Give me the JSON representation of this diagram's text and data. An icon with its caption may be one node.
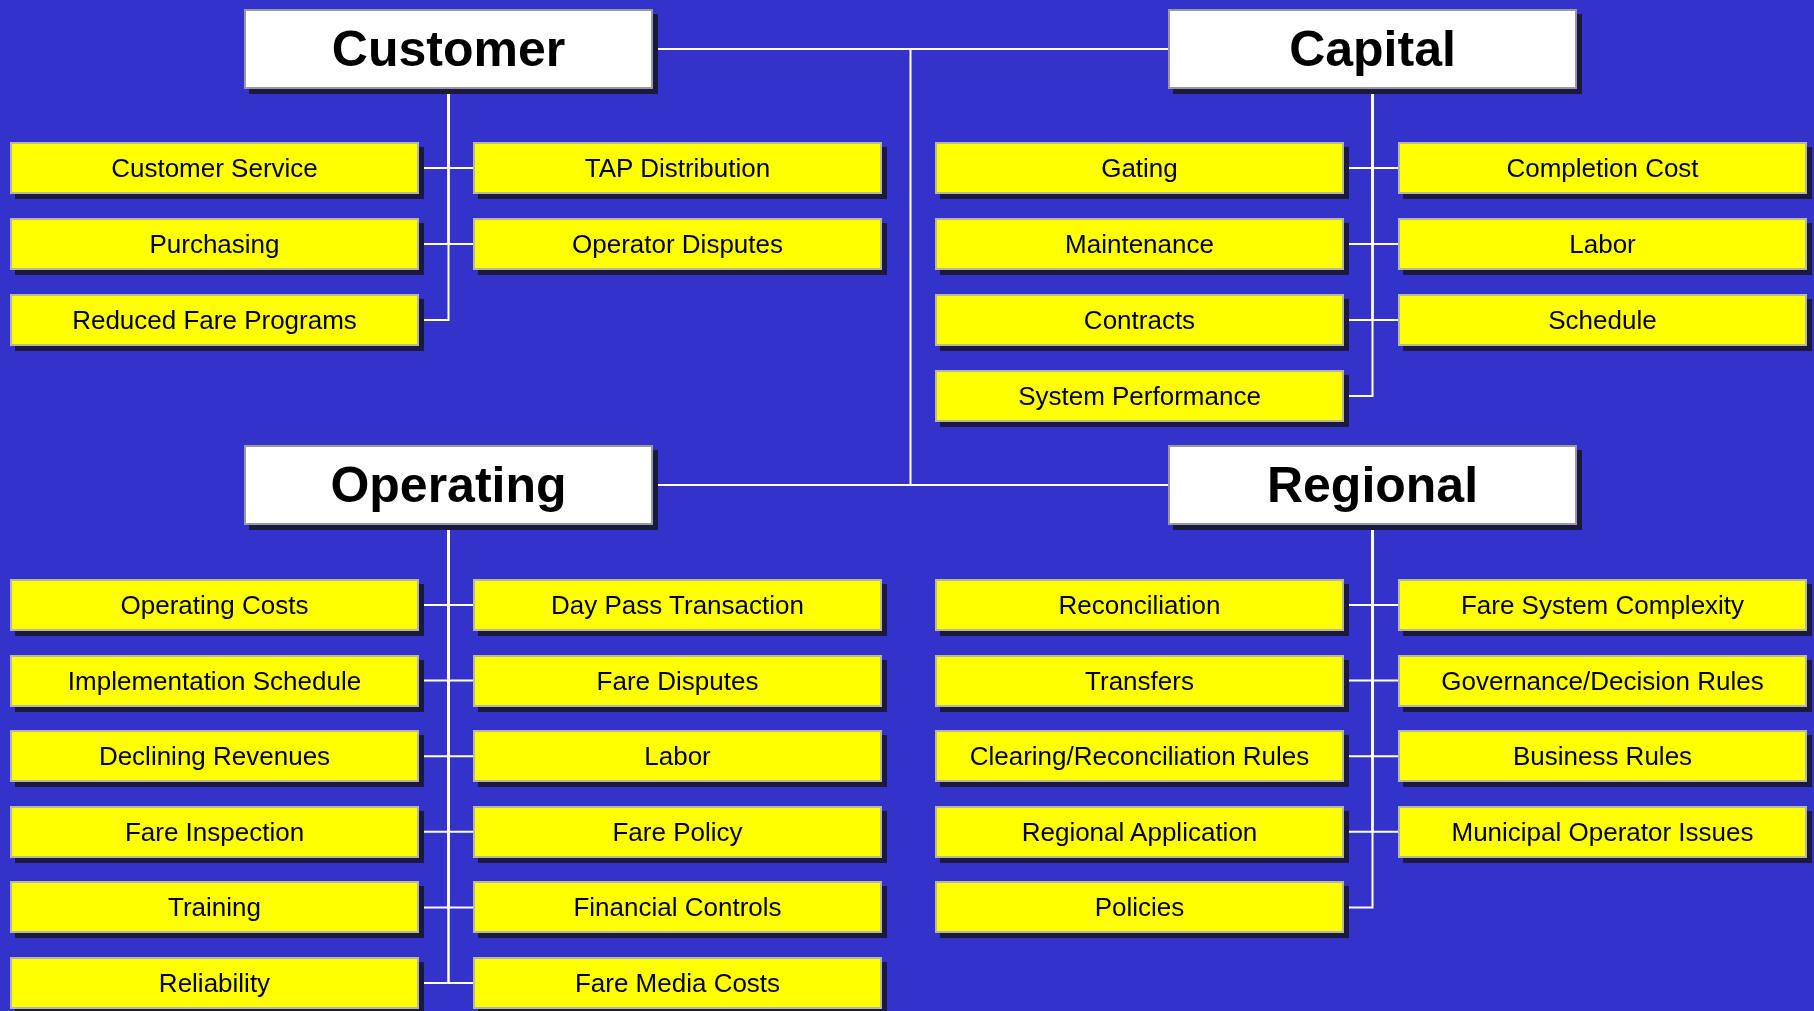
{
  "diagram": {
    "nodes": [
      {
        "text": [
          "Customer"
        ]
      },
      {
        "text": [
          "Customer Service"
        ]
      },
      {
        "text": [
          "TAP Distribution"
        ]
      },
      {
        "text": [
          "Purchasing"
        ]
      },
      {
        "text": [
          "Operator Disputes"
        ]
      },
      {
        "text": [
          "Reduced Fare Programs"
        ]
      },
      {
        "text": [
          "Capital"
        ]
      },
      {
        "text": [
          "Gating"
        ]
      },
      {
        "text": [
          "Completion Cost"
        ]
      },
      {
        "text": [
          "Maintenance"
        ]
      },
      {
        "text": [
          "Labor"
        ]
      },
      {
        "text": [
          "Contracts"
        ]
      },
      {
        "text": [
          "Schedule"
        ]
      },
      {
        "text": [
          "System Performance"
        ]
      },
      {
        "text": [
          "Operating"
        ]
      },
      {
        "text": [
          "Operating Costs"
        ]
      },
      {
        "text": [
          "Day Pass Transaction"
        ]
      },
      {
        "text": [
          "Implementation Schedule"
        ]
      },
      {
        "text": [
          "Fare Disputes"
        ]
      },
      {
        "text": [
          "Declining Revenues"
        ]
      },
      {
        "text": [
          "Labor"
        ]
      },
      {
        "text": [
          "Fare Inspection"
        ]
      },
      {
        "text": [
          "Fare Policy"
        ]
      },
      {
        "text": [
          "Training"
        ]
      },
      {
        "text": [
          "Financial Controls"
        ]
      },
      {
        "text": [
          "Reliability"
        ]
      },
      {
        "text": [
          "Fare Media Costs"
        ]
      },
      {
        "text": [
          "Regional"
        ]
      },
      {
        "text": [
          "Reconciliation"
        ]
      },
      {
        "text": [
          "Fare System Complexity"
        ]
      },
      {
        "text": [
          "Transfers"
        ]
      },
      {
        "text": [
          "Governance/Decision Rules"
        ]
      },
      {
        "text": [
          "Clearing/Reconciliation Rules"
        ]
      },
      {
        "text": [
          "Business Rules"
        ]
      },
      {
        "text": [
          "Regional Application"
        ]
      },
      {
        "text": [
          "Municipal Operator Issues"
        ]
      },
      {
        "text": [
          "Policies"
        ]
      }
    ],
    "edges": [
      {
        "from": 0,
        "to": 6,
        "arrow": "none"
      },
      {
        "from": 14,
        "to": 27,
        "arrow": "none"
      },
      {
        "from": 0,
        "to": 14,
        "arrow": "none"
      },
      {
        "from": 0,
        "to": 1,
        "arrow": "none"
      },
      {
        "from": 0,
        "to": 2,
        "arrow": "none"
      },
      {
        "from": 0,
        "to": 3,
        "arrow": "none"
      },
      {
        "from": 0,
        "to": 4,
        "arrow": "none"
      },
      {
        "from": 0,
        "to": 5,
        "arrow": "none"
      },
      {
        "from": 6,
        "to": 7,
        "arrow": "none"
      },
      {
        "from": 6,
        "to": 8,
        "arrow": "none"
      },
      {
        "from": 6,
        "to": 9,
        "arrow": "none"
      },
      {
        "from": 6,
        "to": 10,
        "arrow": "none"
      },
      {
        "from": 6,
        "to": 11,
        "arrow": "none"
      },
      {
        "from": 6,
        "to": 12,
        "arrow": "none"
      },
      {
        "from": 6,
        "to": 13,
        "arrow": "none"
      },
      {
        "from": 14,
        "to": 15,
        "arrow": "none"
      },
      {
        "from": 14,
        "to": 16,
        "arrow": "none"
      },
      {
        "from": 14,
        "to": 17,
        "arrow": "none"
      },
      {
        "from": 14,
        "to": 18,
        "arrow": "none"
      },
      {
        "from": 14,
        "to": 19,
        "arrow": "none"
      },
      {
        "from": 14,
        "to": 20,
        "arrow": "none"
      },
      {
        "from": 14,
        "to": 21,
        "arrow": "none"
      },
      {
        "from": 14,
        "to": 22,
        "arrow": "none"
      },
      {
        "from": 14,
        "to": 23,
        "arrow": "none"
      },
      {
        "from": 14,
        "to": 24,
        "arrow": "none"
      },
      {
        "from": 14,
        "to": 25,
        "arrow": "none"
      },
      {
        "from": 14,
        "to": 26,
        "arrow": "none"
      },
      {
        "from": 27,
        "to": 28,
        "arrow": "none"
      },
      {
        "from": 27,
        "to": 29,
        "arrow": "none"
      },
      {
        "from": 27,
        "to": 30,
        "arrow": "none"
      },
      {
        "from": 27,
        "to": 31,
        "arrow": "none"
      },
      {
        "from": 27,
        "to": 32,
        "arrow": "none"
      },
      {
        "from": 27,
        "to": 33,
        "arrow": "none"
      },
      {
        "from": 27,
        "to": 34,
        "arrow": "none"
      },
      {
        "from": 27,
        "to": 35,
        "arrow": "none"
      },
      {
        "from": 27,
        "to": 36,
        "arrow": "none"
      }
    ]
  }
}
